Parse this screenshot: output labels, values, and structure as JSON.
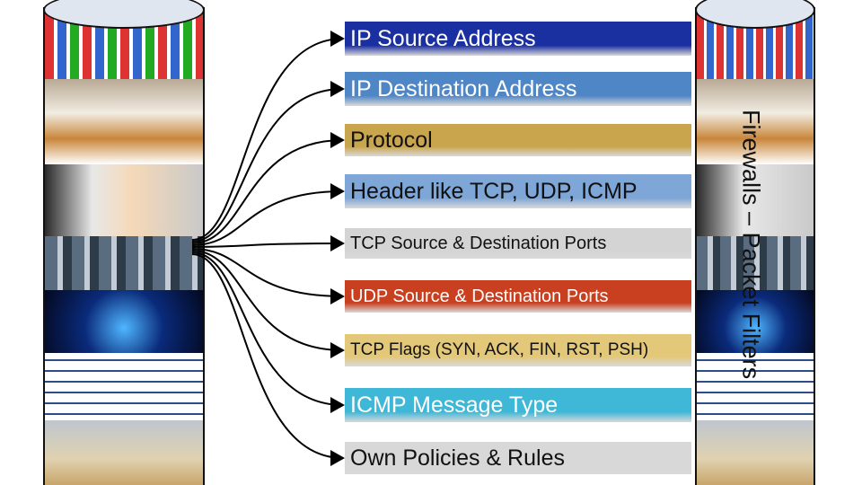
{
  "title": "Firewalls – Packet Filters",
  "rows": [
    {
      "label": "IP Source Address",
      "bg": "#1a2fa0",
      "fg": "#ffffff"
    },
    {
      "label": "IP Destination Address",
      "bg": "#4f86c6",
      "fg": "#ffffff"
    },
    {
      "label": "Protocol",
      "bg": "#c9a54d",
      "fg": "#111111"
    },
    {
      "label": "Header like TCP, UDP, ICMP",
      "bg": "#7ea6d6",
      "fg": "#111111"
    },
    {
      "label": "TCP Source & Destination Ports",
      "bg": "#d4d4d4",
      "fg": "#111111"
    },
    {
      "label": "UDP Source & Destination Ports",
      "bg": "#c8401f",
      "fg": "#ffffff"
    },
    {
      "label": "TCP Flags (SYN, ACK, FIN, RST, PSH)",
      "bg": "#e3c87a",
      "fg": "#111111"
    },
    {
      "label": "ICMP Message Type",
      "bg": "#3fb7d6",
      "fg": "#ffffff"
    },
    {
      "label": "Own Policies & Rules",
      "bg": "#d8d8d8",
      "fg": "#111111"
    }
  ],
  "cylinder_images": [
    "app-icons-grid",
    "restaurant-table",
    "students-at-computers",
    "traffic-jam",
    "network-lights",
    "big-data-word-cloud",
    "cleaning-workers"
  ]
}
